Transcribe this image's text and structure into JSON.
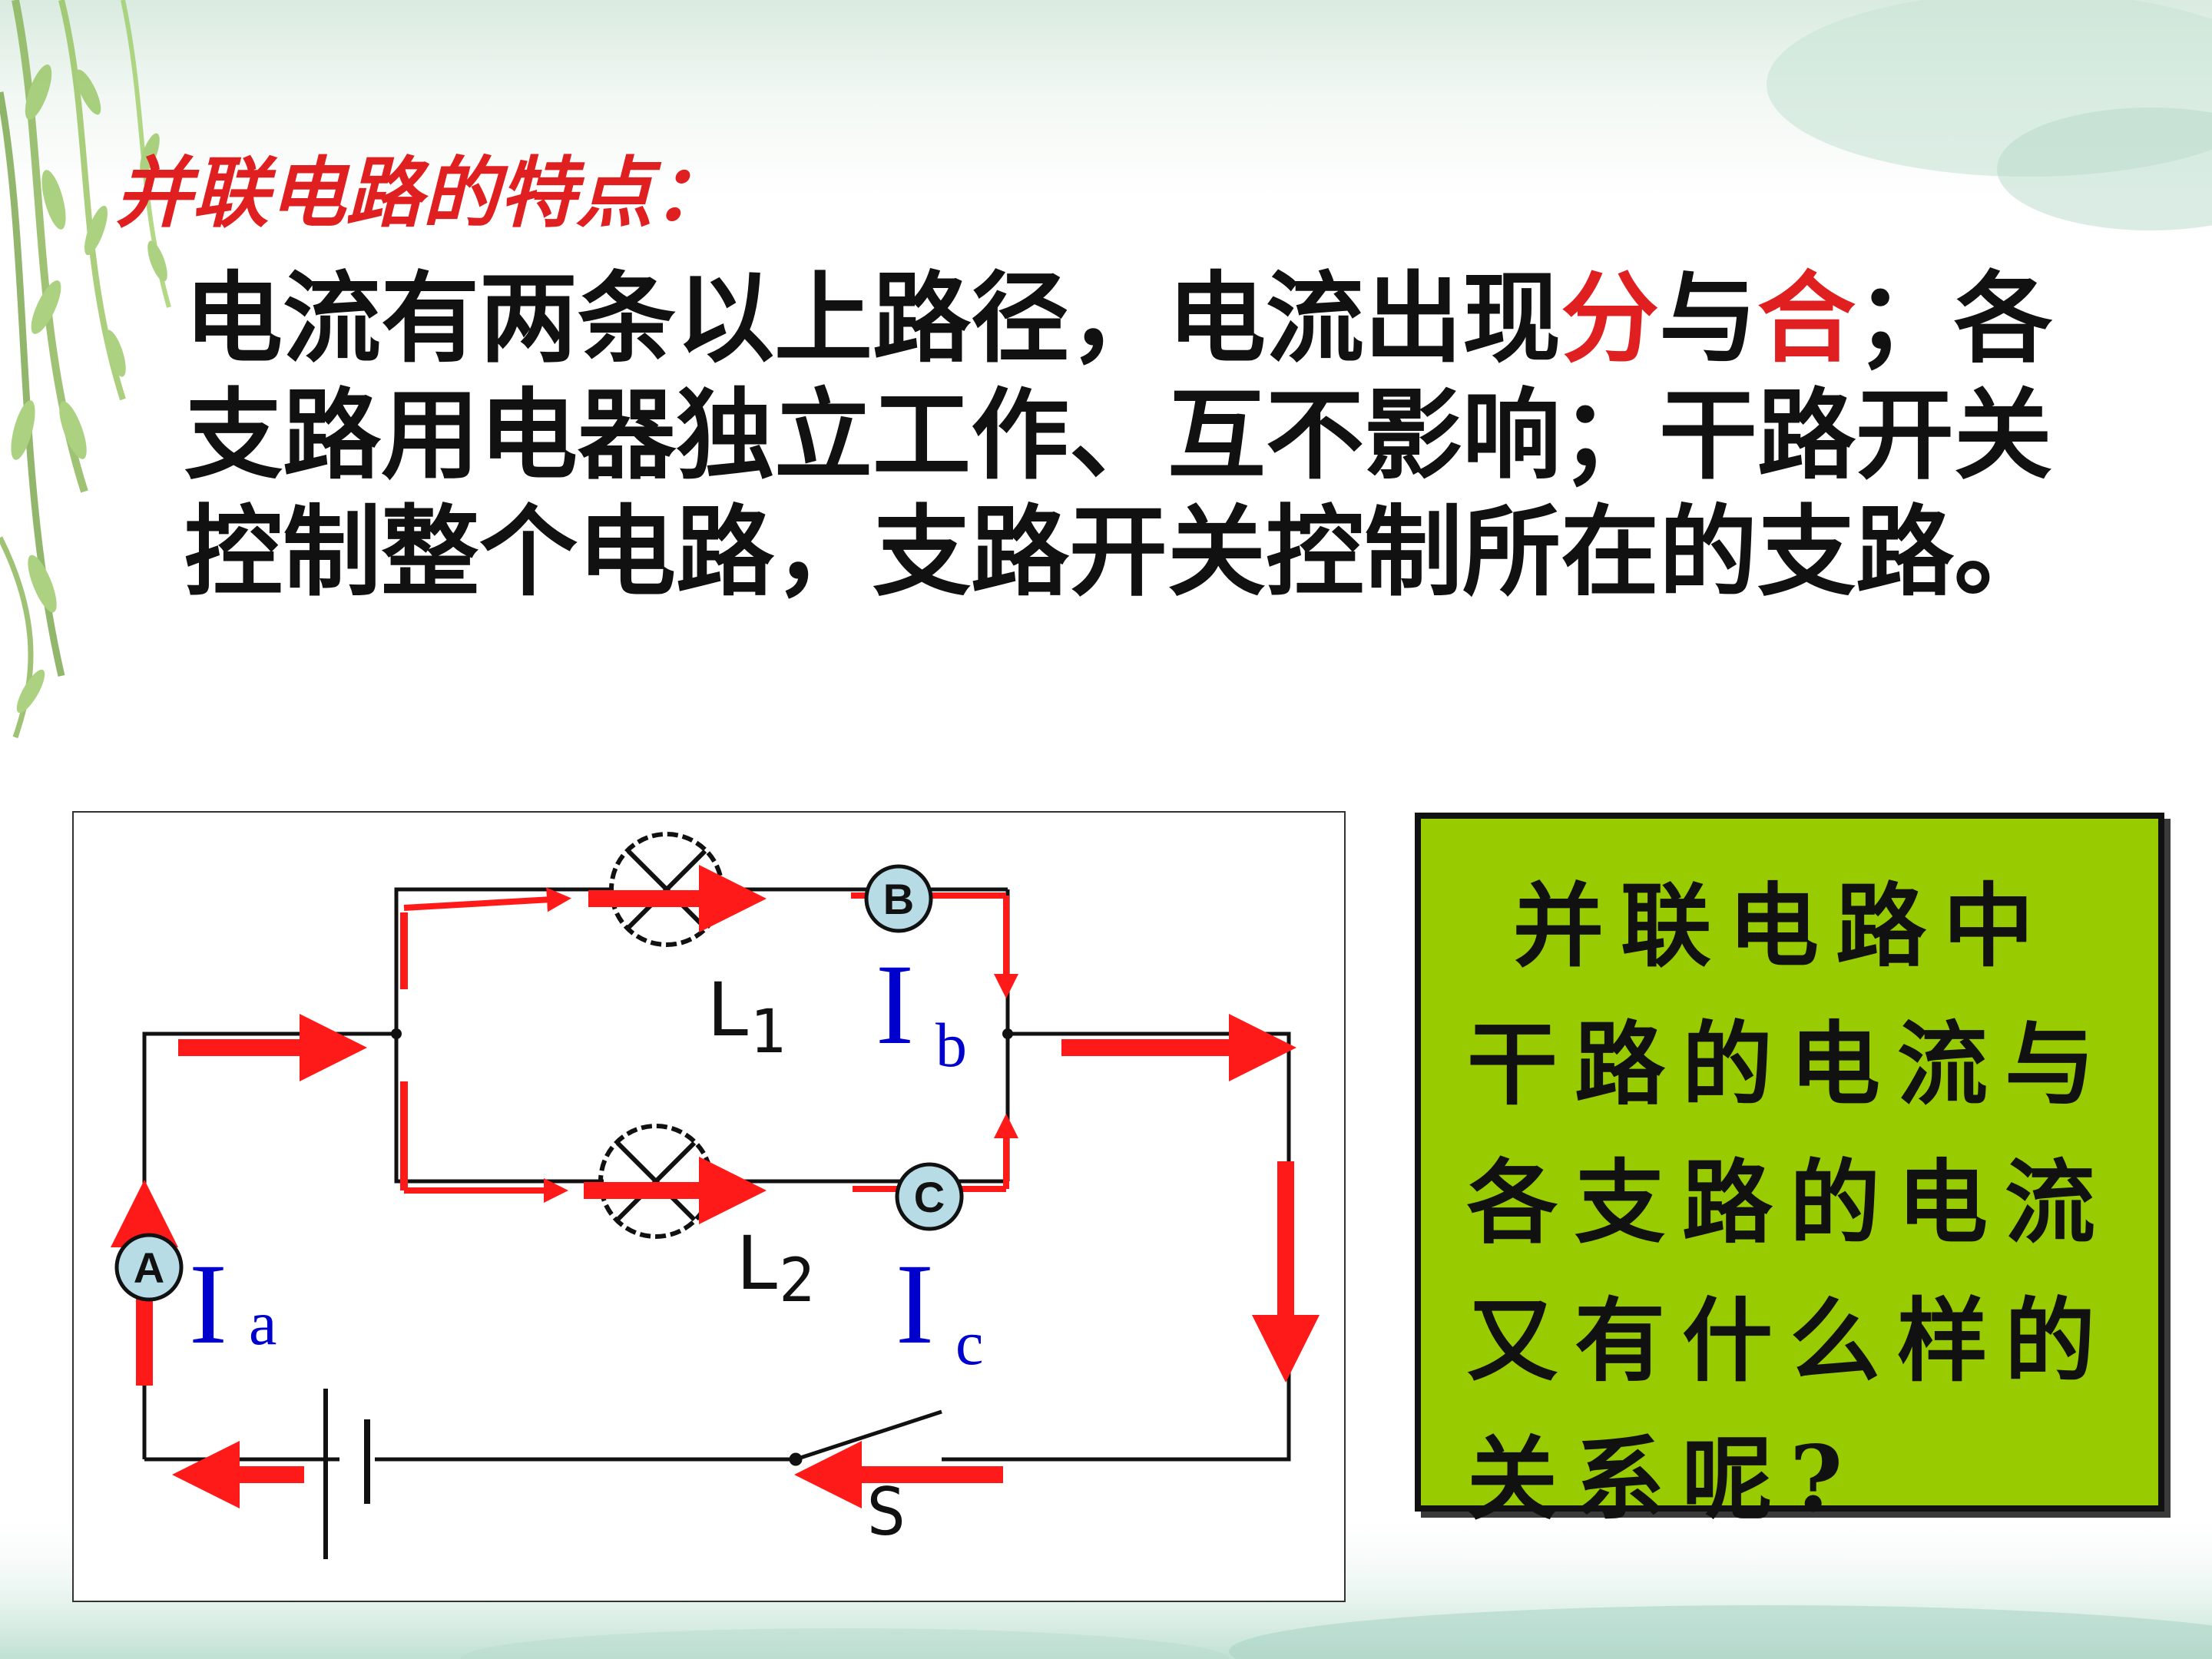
{
  "heading": "并联电路的特点：",
  "body": {
    "line1_a": "电流有两条以上路径，电流出现",
    "line1_b": "分",
    "line1_c": "与",
    "line1_d": "合",
    "line1_e": "；各",
    "line2": "支路用电器独立工作、互不影响；干路开关",
    "line3": "控制整个电路，支路开关控制所在的支路。"
  },
  "diagram": {
    "lamp1_label": "L",
    "lamp1_sub": "1",
    "lamp2_label": "L",
    "lamp2_sub": "2",
    "switch_label": "S",
    "meter_a": "A",
    "meter_b": "B",
    "meter_c": "C",
    "current_a": "I",
    "current_a_sub": "a",
    "current_b": "I",
    "current_b_sub": "b",
    "current_c": "I",
    "current_c_sub": "c"
  },
  "question": {
    "line1": "并联电路中",
    "line2": "干路的电流与",
    "line3": "各支路的电流",
    "line4": "又有什么样的",
    "line5": "关系呢?"
  },
  "colors": {
    "heading_red": "#e02020",
    "arrow_red": "#ff1a1a",
    "current_blue": "#0000cc",
    "question_bg": "#99cc00",
    "meter_fill": "#b8dce6"
  }
}
